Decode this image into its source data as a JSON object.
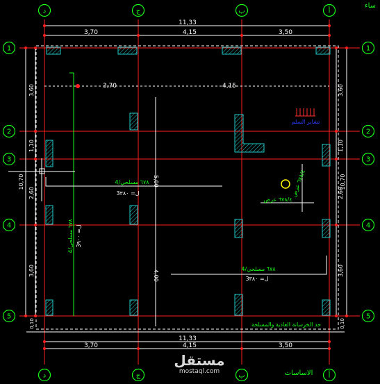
{
  "drawing": {
    "title_top": "ساء",
    "title_bottom": "الاساسات"
  },
  "axes": {
    "columns": [
      {
        "id": "col-d",
        "label": "د"
      },
      {
        "id": "col-j",
        "label": "ج"
      },
      {
        "id": "col-b",
        "label": "ب"
      },
      {
        "id": "col-a",
        "label": "أ"
      }
    ],
    "rows": [
      {
        "id": "row-1",
        "label": "1"
      },
      {
        "id": "row-2",
        "label": "2"
      },
      {
        "id": "row-3",
        "label": "3"
      },
      {
        "id": "row-4",
        "label": "4"
      },
      {
        "id": "row-5",
        "label": "5"
      }
    ]
  },
  "dimensions": {
    "total_width_top": "11,33",
    "total_width_bottom": "11,33",
    "spans_top": [
      "3,70",
      "4,15",
      "3,50"
    ],
    "spans_bottom": [
      "3,70",
      "4,15",
      "3,50"
    ],
    "interior_spans": [
      "3,70",
      "4,15"
    ],
    "left_total": "10,70",
    "left_spans": [
      "3,60",
      "1,10",
      "2,60",
      "3,60"
    ],
    "right_total": "10,70",
    "right_spans": [
      "3,60",
      "1,10",
      "2,60",
      "3,60"
    ],
    "left_edge_small": "0,10",
    "right_edge_small": "0,10",
    "vertical_mid_top": "5,00",
    "vertical_mid_bottom": "4,00"
  },
  "annotations": {
    "beam_label_1": "4/٦٧٨ مسلحي",
    "beam_len_1": "ل= 3٣٨٠",
    "beam_label_2": "4/٦٧٨ مسلحي",
    "beam_len_2": "ل= 3٩٠٠",
    "beam_label_3": "4/٦٧٨ مسلحي",
    "beam_len_3": "ل= 3٣٨٠",
    "stair_note": "تشاير السلم",
    "rebar_1": "٦٧٨/٤ عرض",
    "rebar_2": "٦٧٨/٤ عرض",
    "foundation_note": "حد الخرسانة العادية والمسلحة"
  },
  "watermark": {
    "brand": "مستقل",
    "url": "mostaql.com"
  },
  "colors": {
    "background": "#000000",
    "grid": "#ff2020",
    "dimension": "#ffffff",
    "axis_bubble": "#19ff19",
    "column": "#1fc7c7",
    "beam": "#19ff19",
    "note_blue": "#2a3dff",
    "stair_arrows": "#ff3030",
    "marker_yellow": "#ffff00"
  }
}
